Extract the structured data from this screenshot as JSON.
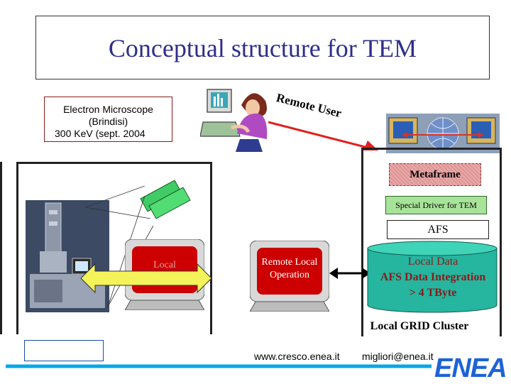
{
  "title": "Conceptual structure for TEM",
  "electron_microscope": {
    "line1": "Electron Microscope",
    "line2": "(Brindisi)",
    "line3": "300 KeV (sept. 2004"
  },
  "remote_user": "Remote User",
  "metaframe": "Metaframe",
  "special_driver": "Special Driver for TEM",
  "afs": "AFS",
  "local_operation": "Local Operation",
  "remote_local_operation": "Remote Local Operation",
  "local_data": {
    "line1": "Local Data",
    "line2": "AFS Data Integration",
    "line3": "> 4 TByte"
  },
  "grid_cluster": "Local GRID Cluster",
  "footer": {
    "url": "www.cresco.enea.it",
    "email": "migliori@enea.it",
    "logo": "ENEA"
  },
  "colors": {
    "title": "#2e2e8c",
    "local_data_text": "#8b1a1a",
    "terminal_screen": "#cc0000",
    "cylinder": "#26b59e",
    "logo_blue": "#1e63d6",
    "underline_cyan": "#00a8e8"
  },
  "icons": [
    "remote-user-person-icon",
    "computers-network-icon",
    "microscope-image-icon",
    "monitor-icon",
    "terminal-icon",
    "database-cylinder-icon",
    "double-arrow-icon"
  ]
}
